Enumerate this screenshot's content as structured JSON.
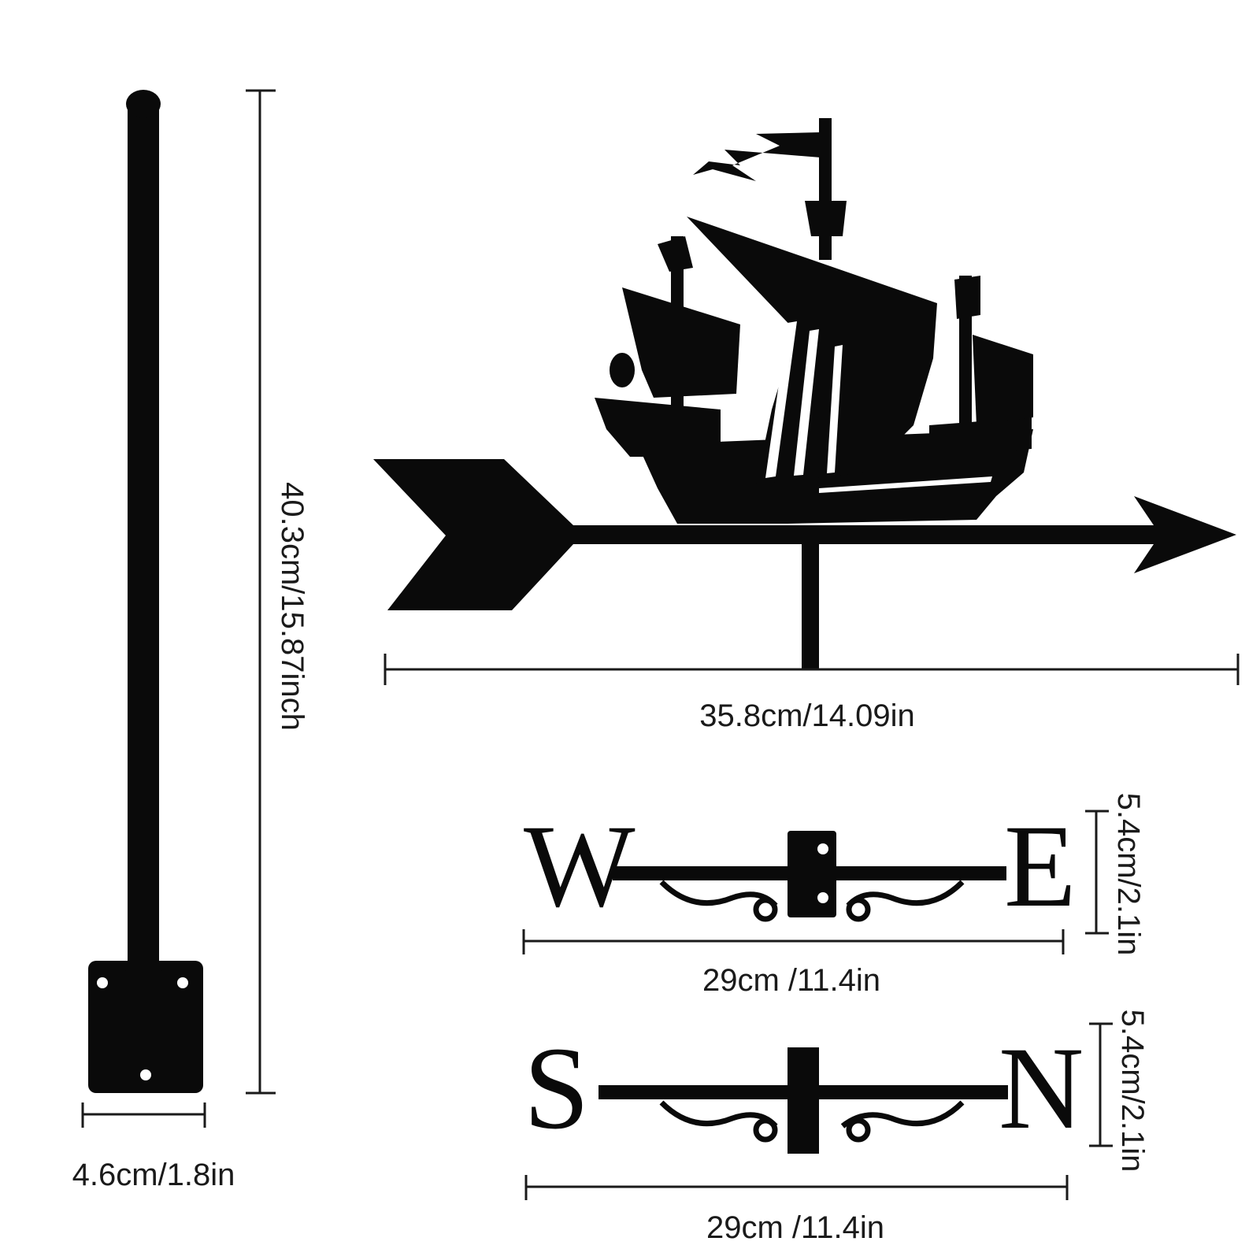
{
  "dimensions": {
    "pole_height": "40.3cm/15.87inch",
    "base_width": "4.6cm/1.8in",
    "vane_width": "35.8cm/14.09in",
    "we_bar_width": "29cm /11.4in",
    "we_bar_height": "5.4cm/2.1in",
    "sn_bar_width": "29cm /11.4in",
    "sn_bar_height": "5.4cm/2.1in"
  },
  "compass_letters": {
    "west": "W",
    "east": "E",
    "south": "S",
    "north": "N"
  },
  "colors": {
    "ink": "#0a0a0a",
    "background": "#ffffff"
  }
}
